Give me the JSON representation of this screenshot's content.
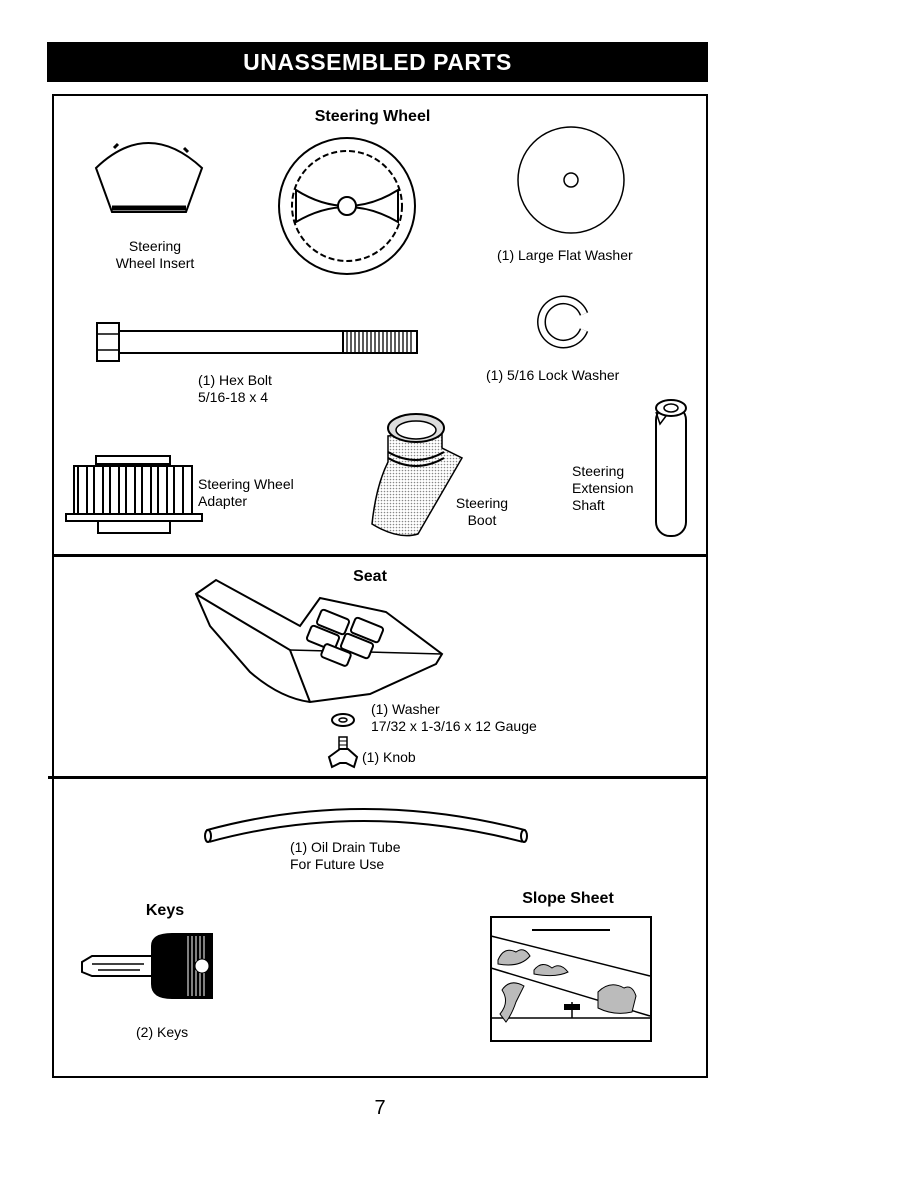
{
  "header": {
    "title": "UNASSEMBLED PARTS"
  },
  "steering": {
    "title": "Steering Wheel",
    "insert_label": "Steering\nWheel Insert",
    "washer_label": "(1) Large Flat Washer",
    "hex_bolt_label": "(1) Hex Bolt\n5/16-18 x 4",
    "lock_washer_label": "(1) 5/16 Lock Washer",
    "adapter_label": "Steering Wheel\nAdapter",
    "boot_label": "Steering\nBoot",
    "shaft_label": "Steering\nExtension\nShaft"
  },
  "seat": {
    "title": "Seat",
    "washer_label": "(1) Washer\n17/32 x 1-3/16 x 12 Gauge",
    "knob_label": "(1) Knob"
  },
  "misc": {
    "tube_label": "(1) Oil Drain Tube\nFor Future Use",
    "keys_title": "Keys",
    "keys_label": "(2) Keys",
    "slope_title": "Slope Sheet"
  },
  "page_number": "7"
}
